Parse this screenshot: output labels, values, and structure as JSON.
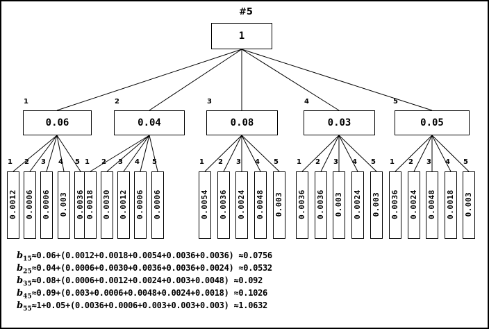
{
  "title": "#5",
  "root": {
    "label": "1"
  },
  "level2": [
    {
      "index": "1",
      "value": "0.06"
    },
    {
      "index": "2",
      "value": "0.04"
    },
    {
      "index": "3",
      "value": "0.08"
    },
    {
      "index": "4",
      "value": "0.03"
    },
    {
      "index": "5",
      "value": "0.05"
    }
  ],
  "leaves": [
    {
      "index": "1",
      "value": "0.0012"
    },
    {
      "index": "2",
      "value": "0.0006"
    },
    {
      "index": "3",
      "value": "0.0006"
    },
    {
      "index": "4",
      "value": "0.003"
    },
    {
      "index": "5",
      "value": "0.0036"
    },
    {
      "index": "1",
      "value": "0.0018"
    },
    {
      "index": "2",
      "value": "0.0030"
    },
    {
      "index": "3",
      "value": "0.0012"
    },
    {
      "index": "4",
      "value": "0.0006"
    },
    {
      "index": "5",
      "value": "0.0006"
    },
    {
      "index": "1",
      "value": "0.0054"
    },
    {
      "index": "2",
      "value": "0.0036"
    },
    {
      "index": "3",
      "value": "0.0024"
    },
    {
      "index": "4",
      "value": "0.0048"
    },
    {
      "index": "5",
      "value": "0.003"
    },
    {
      "index": "1",
      "value": "0.0036"
    },
    {
      "index": "2",
      "value": "0.0036"
    },
    {
      "index": "3",
      "value": "0.003"
    },
    {
      "index": "4",
      "value": "0.0024"
    },
    {
      "index": "5",
      "value": "0.003"
    },
    {
      "index": "1",
      "value": "0.0036"
    },
    {
      "index": "2",
      "value": "0.0024"
    },
    {
      "index": "3",
      "value": "0.0048"
    },
    {
      "index": "4",
      "value": "0.0018"
    },
    {
      "index": "5",
      "value": "0.003"
    }
  ],
  "formulas": [
    {
      "symbol": "b",
      "subscript": "15",
      "expression": "≈0.06+(0.0012+0.0018+0.0054+0.0036+0.0036) ≈0.0756"
    },
    {
      "symbol": "b",
      "subscript": "25",
      "expression": "≈0.04+(0.0006+0.0030+0.0036+0.0036+0.0024) ≈0.0532"
    },
    {
      "symbol": "b",
      "subscript": "35",
      "expression": "≈0.08+(0.0006+0.0012+0.0024+0.003+0.0048) ≈0.092"
    },
    {
      "symbol": "b",
      "subscript": "45",
      "expression": "≈0.09+(0.003+0.0006+0.0048+0.0024+0.0018) ≈0.1026"
    },
    {
      "symbol": "b",
      "subscript": "55",
      "expression": "≈1+0.05+(0.0036+0.0006+0.003+0.003+0.003) ≈1.0632"
    }
  ],
  "chart_data": {
    "type": "diagram",
    "title": "#5",
    "description": "Five-branch fault/contribution tree: root node value 1, five second-level nodes, each with five leaf nodes",
    "root_value": 1,
    "level2_values": [
      0.06,
      0.04,
      0.08,
      0.03,
      0.05
    ],
    "leaf_groups": [
      [
        0.0012,
        0.0006,
        0.0006,
        0.003,
        0.0036
      ],
      [
        0.0018,
        0.003,
        0.0012,
        0.0006,
        0.0006
      ],
      [
        0.0054,
        0.0036,
        0.0024,
        0.0048,
        0.003
      ],
      [
        0.0036,
        0.0036,
        0.003,
        0.0024,
        0.003
      ],
      [
        0.0036,
        0.0024,
        0.0048,
        0.0018,
        0.003
      ]
    ],
    "results": [
      0.0756,
      0.0532,
      0.092,
      0.1026,
      1.0632
    ]
  }
}
